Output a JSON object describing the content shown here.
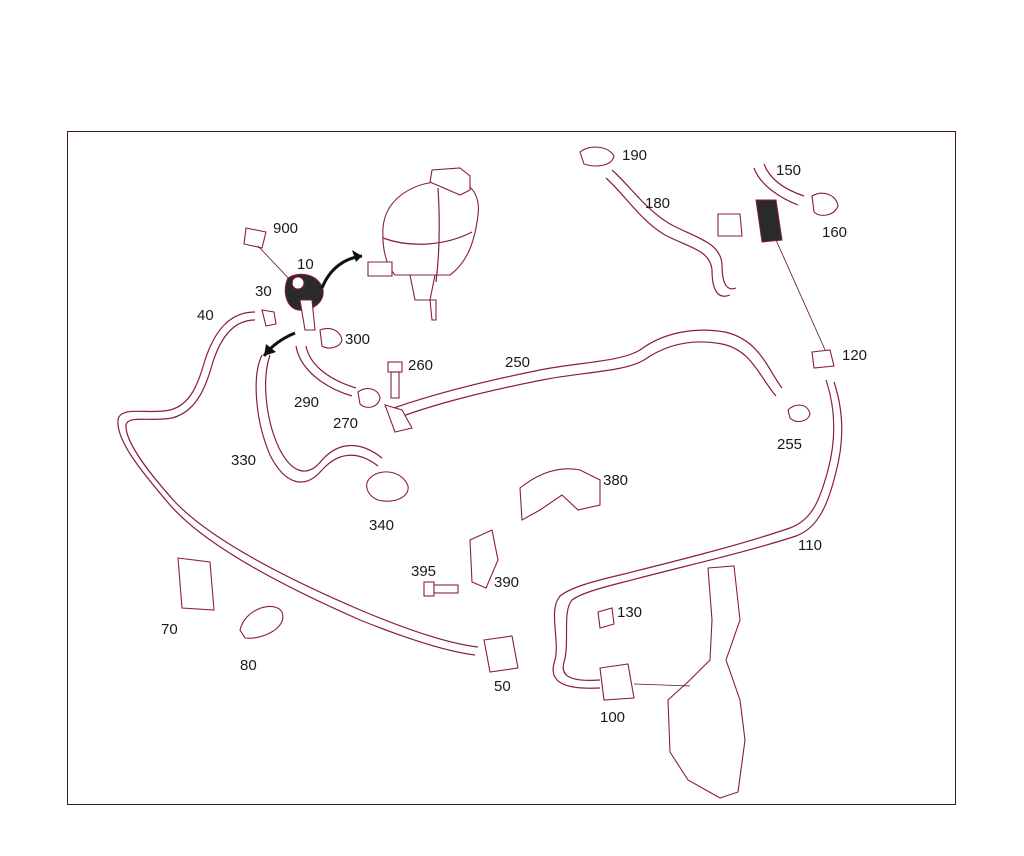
{
  "diagram": {
    "callouts": [
      {
        "id": "c10",
        "text": "10"
      },
      {
        "id": "c30",
        "text": "30"
      },
      {
        "id": "c40",
        "text": "40"
      },
      {
        "id": "c50",
        "text": "50"
      },
      {
        "id": "c70",
        "text": "70"
      },
      {
        "id": "c80",
        "text": "80"
      },
      {
        "id": "c100",
        "text": "100"
      },
      {
        "id": "c110",
        "text": "110"
      },
      {
        "id": "c120",
        "text": "120"
      },
      {
        "id": "c130",
        "text": "130"
      },
      {
        "id": "c150",
        "text": "150"
      },
      {
        "id": "c160",
        "text": "160"
      },
      {
        "id": "c180",
        "text": "180"
      },
      {
        "id": "c190",
        "text": "190"
      },
      {
        "id": "c250",
        "text": "250"
      },
      {
        "id": "c255",
        "text": "255"
      },
      {
        "id": "c260",
        "text": "260"
      },
      {
        "id": "c270",
        "text": "270"
      },
      {
        "id": "c290",
        "text": "290"
      },
      {
        "id": "c300",
        "text": "300"
      },
      {
        "id": "c330",
        "text": "330"
      },
      {
        "id": "c340",
        "text": "340"
      },
      {
        "id": "c380",
        "text": "380"
      },
      {
        "id": "c390",
        "text": "390"
      },
      {
        "id": "c395",
        "text": "395"
      },
      {
        "id": "c900",
        "text": "900"
      }
    ],
    "colors": {
      "line": "#8a1e3a",
      "frame": "#3a1a22",
      "text": "#1a1a1a"
    }
  }
}
